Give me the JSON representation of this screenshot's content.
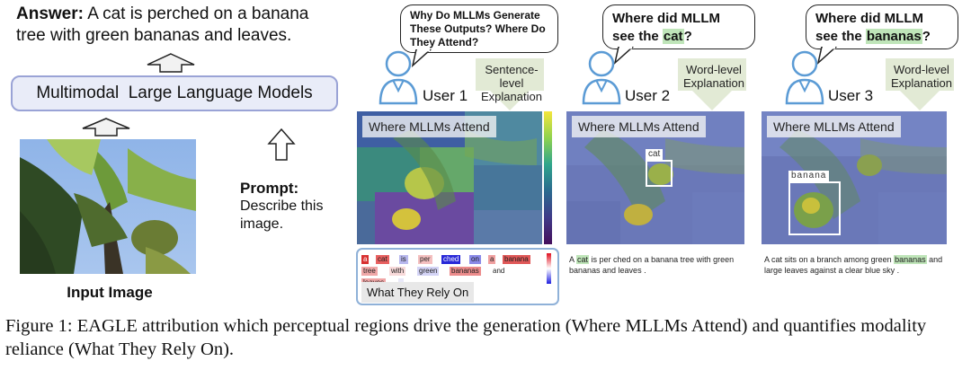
{
  "answer": {
    "label": "Answer:",
    "text": "A cat is perched on a banana tree with green bananas and leaves."
  },
  "model_box": {
    "label": "Multimodal  Large Language Models"
  },
  "input_image": {
    "label": "Input Image"
  },
  "prompt": {
    "label": "Prompt:",
    "text": "Describe this image."
  },
  "users": [
    {
      "label": "User 1",
      "question": "Why Do MLLMs Generate These Outputs? Where Do They Attend?",
      "explanation": "Sentence-level Explanation"
    },
    {
      "label": "User 2",
      "question_prefix": "Where did MLLM see the ",
      "question_highlight": "cat",
      "question_suffix": "?",
      "explanation": "Word-level Explanation"
    },
    {
      "label": "User 3",
      "question_prefix": "Where did MLLM see the ",
      "question_highlight": "bananas",
      "question_suffix": "?",
      "explanation": "Word-level Explanation"
    }
  ],
  "panels": {
    "attend_label": "Where MLLMs Attend",
    "box_label_cat": "cat",
    "box_label_banana": "banana",
    "rely_label": "What They Rely On",
    "tokens": [
      {
        "text": "a",
        "color": "#d83030"
      },
      {
        "text": "cat",
        "color": "#e86060"
      },
      {
        "text": "is",
        "color": "#b8b8ee"
      },
      {
        "text": "per",
        "color": "#f4c0c0"
      },
      {
        "text": "ched",
        "color": "#2828d8"
      },
      {
        "text": "on",
        "color": "#8a8ae8"
      },
      {
        "text": "a",
        "color": "#f0a0a0"
      },
      {
        "text": "banana",
        "color": "#e05858"
      },
      {
        "text": "tree",
        "color": "#f0a8a8"
      },
      {
        "text": "with",
        "color": "#f8dada"
      },
      {
        "text": "green",
        "color": "#d4d4f6"
      },
      {
        "text": "bananas",
        "color": "#ec8c8c"
      },
      {
        "text": "and",
        "color": "#ffffff"
      },
      {
        "text": "leaves",
        "color": "#f0a6a6"
      },
      {
        "text": ".",
        "color": "#e8e8f8"
      }
    ],
    "sentence2": {
      "before": "A ",
      "highlight": "cat",
      "after": " is per ched on a banana tree with green bananas and leaves ."
    },
    "sentence3": {
      "before": "A cat sits on a branch among green ",
      "highlight": "bananas",
      "after": " and large leaves against a clear blue sky ."
    }
  },
  "caption": {
    "prefix": "Figure 1: ",
    "name_cap": "E",
    "name_rest": "AGLE",
    "text": " attribution which perceptual regions drive the generation (Where MLLMs Attend) and quantifies modality reliance (What They Rely On)."
  },
  "colors": {
    "model_box_fill": "#e9ecf8",
    "model_box_border": "#9aa3d6",
    "user_icon": "#5b9bd5",
    "explanation_arrow": "#e2ead5",
    "highlight_green": "#bfe5b9",
    "rely_box_border": "#8fb1d8"
  }
}
